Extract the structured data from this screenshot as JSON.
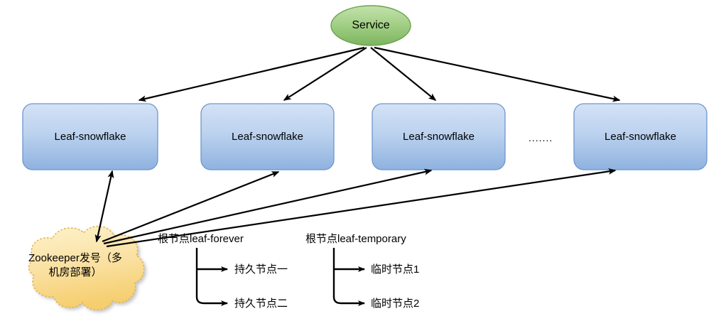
{
  "diagram": {
    "title_node": {
      "label": "Service",
      "shape": "ellipse",
      "fill": "#94c47d"
    },
    "leaf_nodes": [
      {
        "label": "Leaf-snowflake"
      },
      {
        "label": "Leaf-snowflake"
      },
      {
        "label": "Leaf-snowflake"
      },
      {
        "label": "Leaf-snowflake"
      }
    ],
    "ellipsis": ".......",
    "zookeeper": {
      "line1": "Zookeeper发号（多",
      "line2": "机房部署）",
      "fill": "#fadf8f"
    },
    "trees": [
      {
        "root": "根节点leaf-forever",
        "children": [
          "持久节点一",
          "持久节点二"
        ]
      },
      {
        "root": "根节点leaf-temporary",
        "children": [
          "临时节点1",
          "临时节点2"
        ]
      }
    ],
    "colors": {
      "box_fill_top": "#cfdff5",
      "box_fill_bottom": "#8fb3e0",
      "box_stroke": "#6e96cc",
      "service_fill_top": "#bedfa4",
      "service_fill_bottom": "#7cb45f",
      "service_stroke": "#6ba24e",
      "cloud_fill_top": "#fdf0c4",
      "cloud_fill_bottom": "#f6cf72",
      "cloud_stroke": "#e3b64a",
      "arrow": "#000000"
    }
  }
}
